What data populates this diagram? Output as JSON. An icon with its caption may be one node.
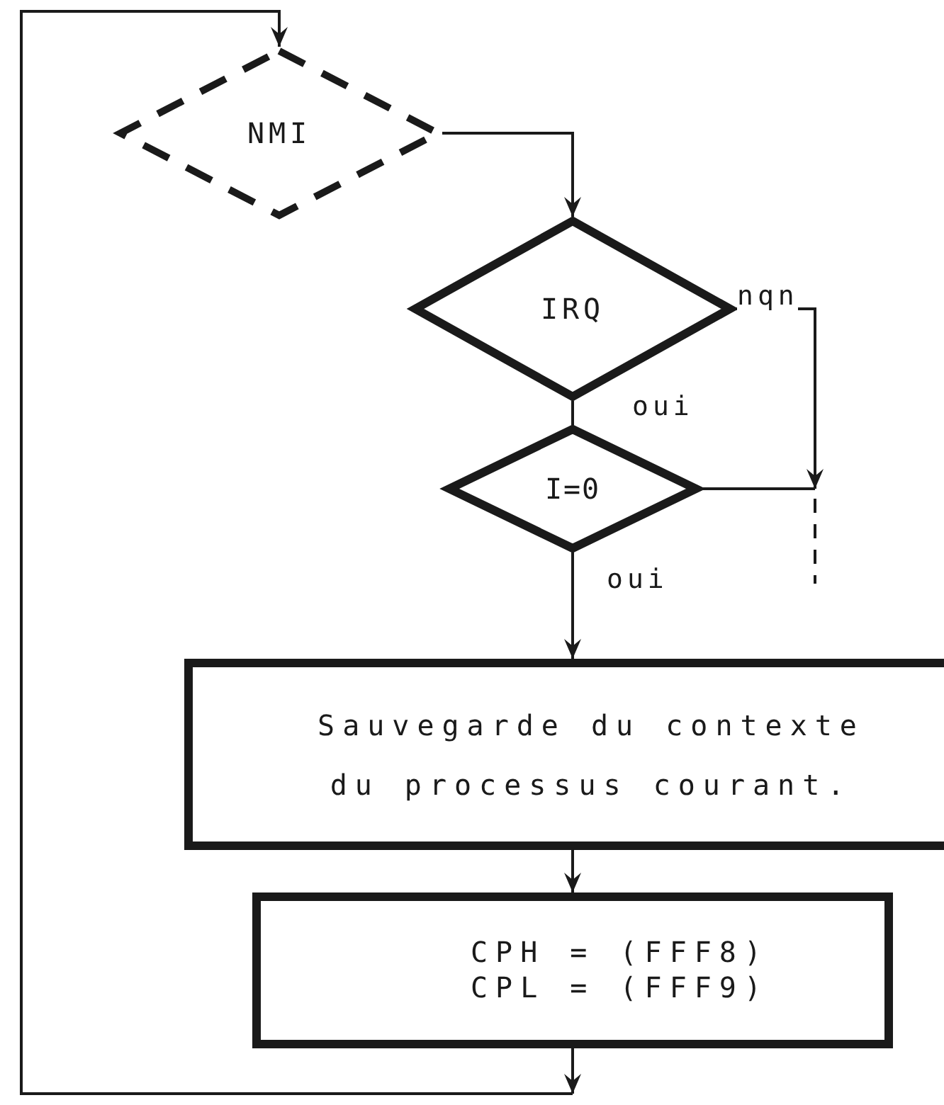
{
  "diagram": {
    "nodes": [
      {
        "text": [
          "NMI"
        ]
      },
      {
        "text": [
          "IRQ"
        ]
      },
      {
        "text": [
          "I=0"
        ]
      },
      {
        "text": [
          "Sauvegarde du contexte du processus courant."
        ]
      },
      {
        "text": [
          "CPH = (FFF8)",
          "CPL = (FFF9)"
        ]
      }
    ],
    "edges": [
      {
        "from": 0,
        "to": 1,
        "arrow": "to"
      },
      {
        "from": 1,
        "to": 2,
        "label": "oui",
        "arrow": "none"
      },
      {
        "from": 1,
        "to": null,
        "label": "nqn",
        "arrow": "to"
      },
      {
        "from": 2,
        "to": null,
        "arrow": "none"
      },
      {
        "from": 2,
        "to": 3,
        "label": "oui",
        "arrow": "to"
      },
      {
        "from": 3,
        "to": 4,
        "arrow": "to"
      },
      {
        "from": 4,
        "to": null,
        "arrow": "to"
      },
      {
        "from": null,
        "to": 0,
        "arrow": "to"
      }
    ]
  }
}
